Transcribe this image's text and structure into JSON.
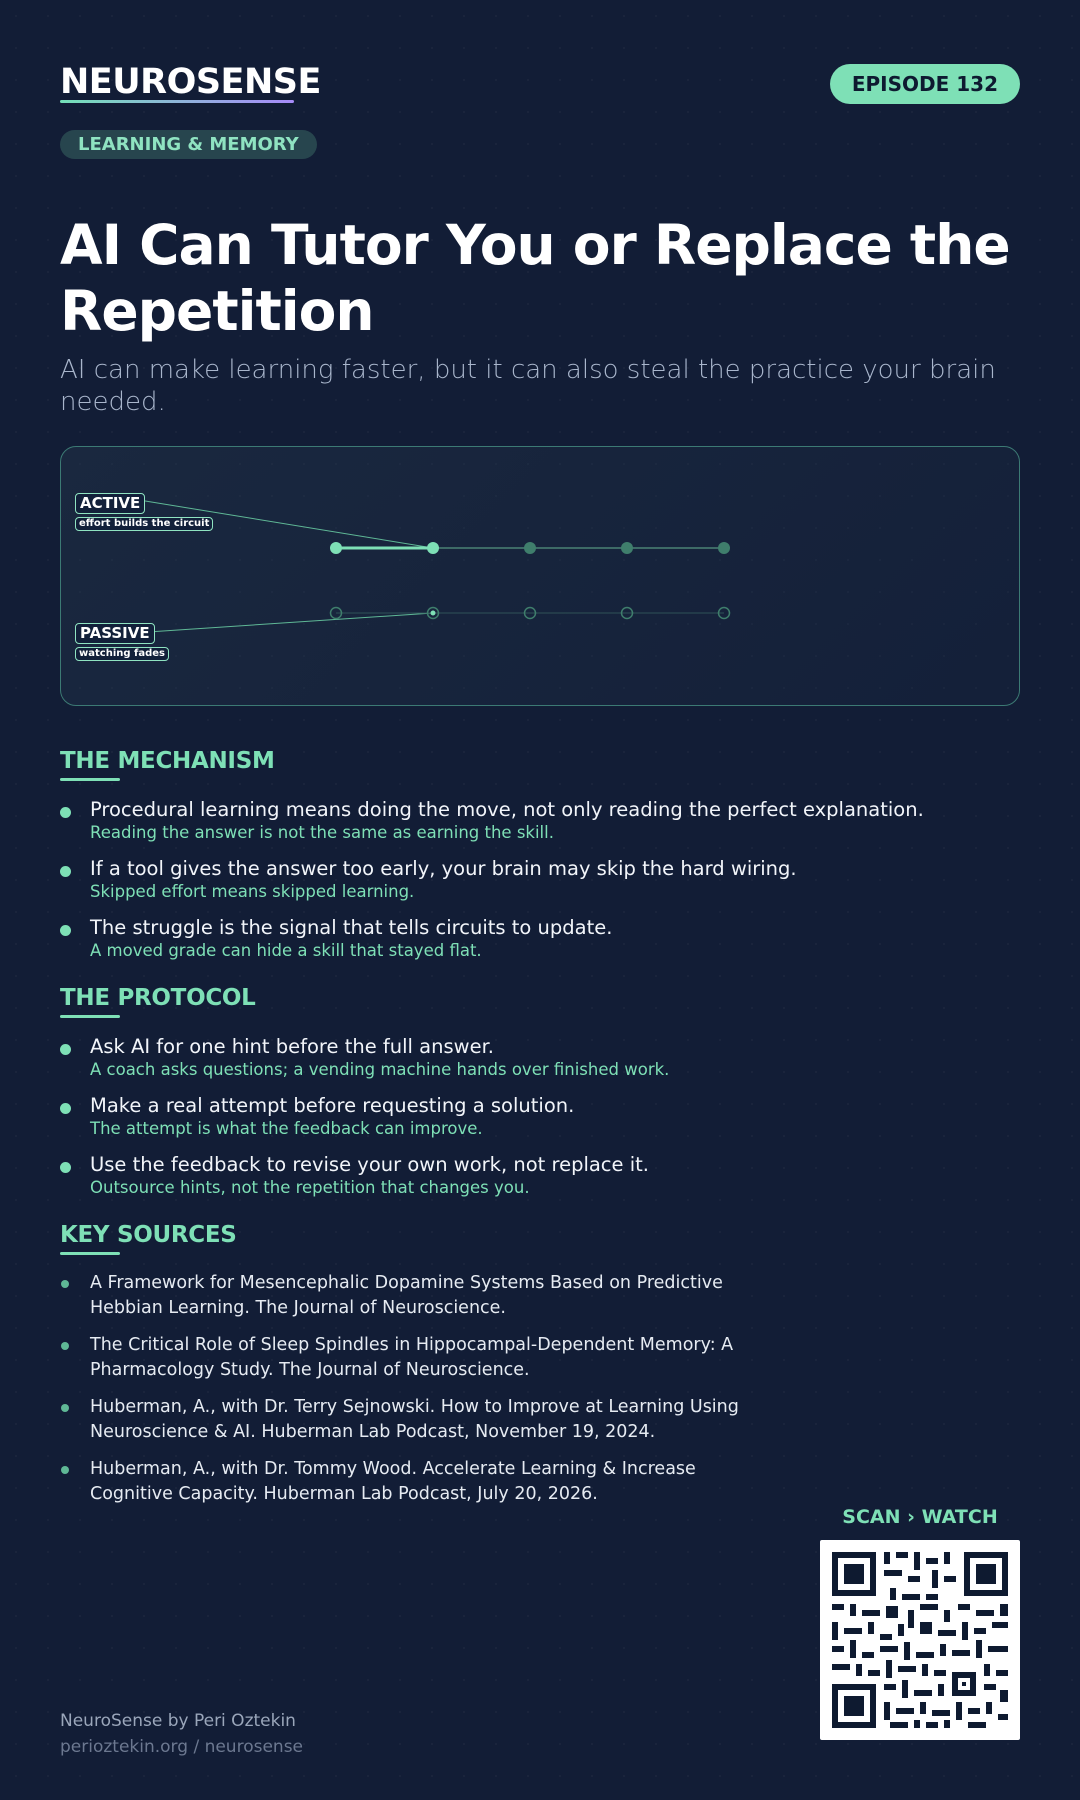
{
  "brand": "NEUROSENSE",
  "episode": "EPISODE 132",
  "category": "LEARNING & MEMORY",
  "title": "AI Can Tutor You or Replace the Repetition",
  "subtitle": "AI can make learning faster, but it can also steal the practice your brain needed.",
  "diagram": {
    "active_label": "ACTIVE",
    "active_caption": "effort builds the circuit",
    "passive_label": "PASSIVE",
    "passive_caption": "watching fades"
  },
  "mechanism": {
    "heading": "THE MECHANISM",
    "items": [
      {
        "main": "Procedural learning means doing the move, not only reading the perfect explanation.",
        "sub": "Reading the answer is not the same as earning the skill."
      },
      {
        "main": "If a tool gives the answer too early, your brain may skip the hard wiring.",
        "sub": "Skipped effort means skipped learning."
      },
      {
        "main": "The struggle is the signal that tells circuits to update.",
        "sub": "A moved grade can hide a skill that stayed flat."
      }
    ]
  },
  "protocol": {
    "heading": "THE PROTOCOL",
    "items": [
      {
        "main": "Ask AI for one hint before the full answer.",
        "sub": "A coach asks questions; a vending machine hands over finished work."
      },
      {
        "main": "Make a real attempt before requesting a solution.",
        "sub": "The attempt is what the feedback can improve."
      },
      {
        "main": "Use the feedback to revise your own work, not replace it.",
        "sub": "Outsource hints, not the repetition that changes you."
      }
    ]
  },
  "sources": {
    "heading": "KEY SOURCES",
    "items": [
      "A Framework for Mesencephalic Dopamine Systems Based on Predictive Hebbian Learning. The Journal of Neuroscience.",
      "The Critical Role of Sleep Spindles in Hippocampal-Dependent Memory: A Pharmacology Study. The Journal of Neuroscience.",
      "Huberman, A., with Dr. Terry Sejnowski. How to Improve at Learning Using Neuroscience & AI. Huberman Lab Podcast, November 19, 2024.",
      "Huberman, A., with Dr. Tommy Wood. Accelerate Learning & Increase Cognitive Capacity. Huberman Lab Podcast, July 20, 2026."
    ]
  },
  "scan_label": "SCAN › WATCH",
  "footer": {
    "name": "NeuroSense by Peri Oztekin",
    "url": "perioztekin.org / neurosense"
  },
  "colors": {
    "accent": "#7ee0b6",
    "background": "#121d36",
    "brand_gradient_end": "#a78bfa"
  }
}
